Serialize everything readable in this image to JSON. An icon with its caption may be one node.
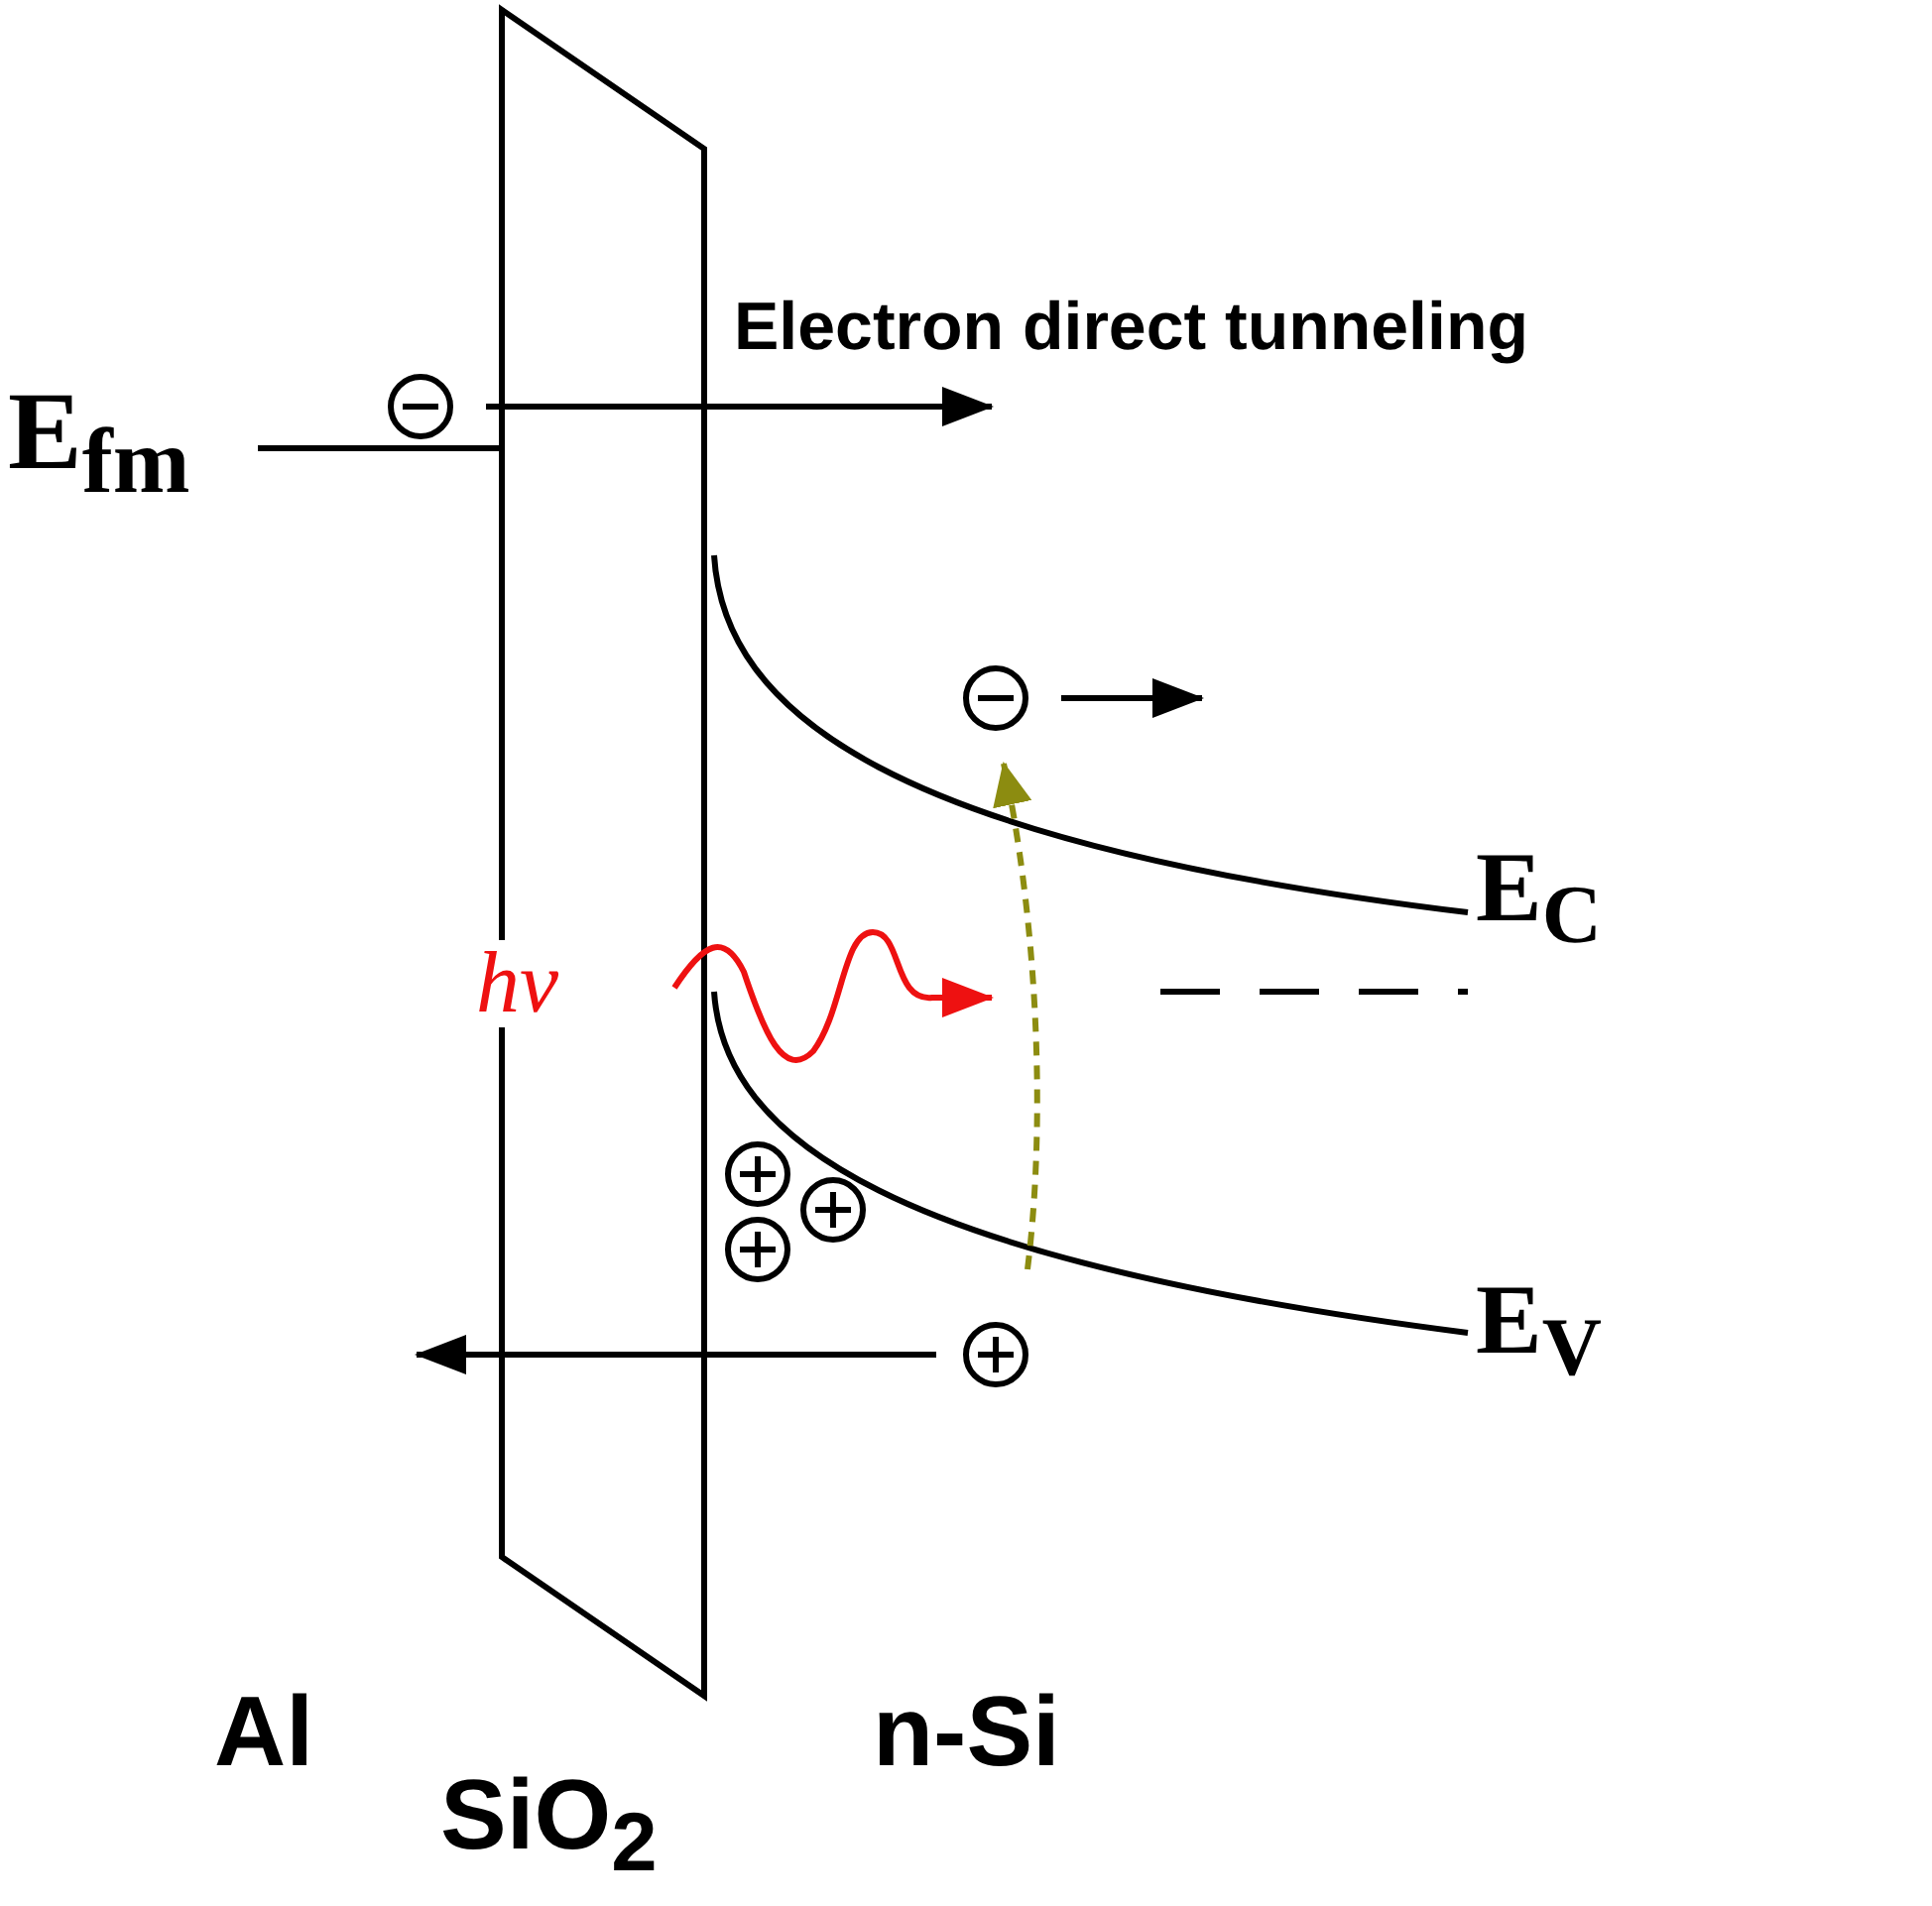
{
  "diagram": {
    "labels": [
      "Electron direct tunneling",
      "E$_{fm}$",
      "E$_{C}$",
      "hν",
      "E$_{V}$",
      "Al",
      "n-Si",
      "SiO$_{2}$"
    ]
  }
}
